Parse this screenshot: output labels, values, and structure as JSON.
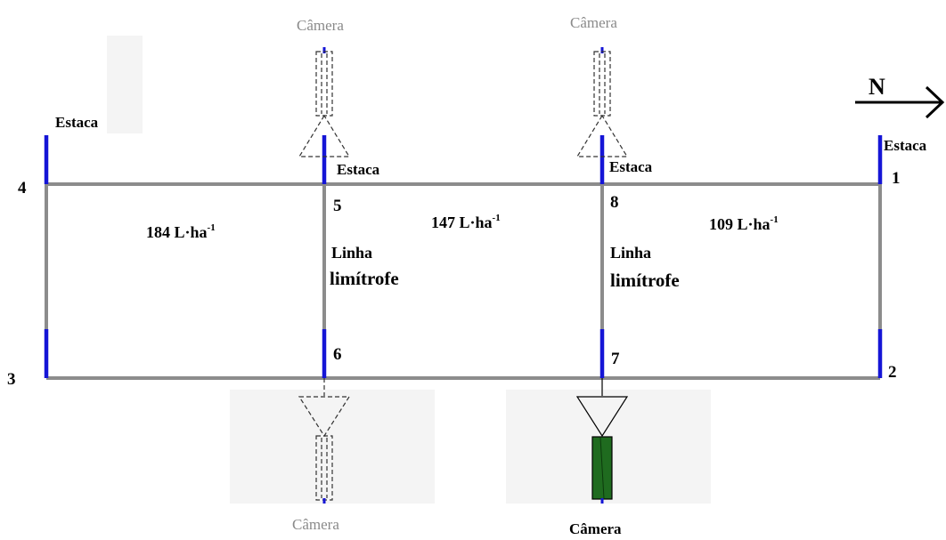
{
  "north_label": "N",
  "corners": {
    "p1": "1",
    "p2": "2",
    "p3": "3",
    "p4": "4",
    "p5": "5",
    "p6": "6",
    "p7": "7",
    "p8": "8"
  },
  "stakes": {
    "left": "Estaca",
    "mid_left": "Estaca",
    "mid_right": "Estaca",
    "right": "Estaca"
  },
  "boundary": {
    "left": {
      "line1": "Linha",
      "line2": "limítrofe"
    },
    "right": {
      "line1": "Linha",
      "line2": "limítrofe"
    }
  },
  "rates": [
    {
      "value": "184",
      "unit": "L·ha",
      "exp": "-1"
    },
    {
      "value": "147",
      "unit": "L·ha",
      "exp": "-1"
    },
    {
      "value": "109",
      "unit": "L·ha",
      "exp": "-1"
    }
  ],
  "cameras": {
    "top_left": "Câmera",
    "top_right": "Câmera",
    "bottom_left": "Câmera",
    "bottom_right": "Câmera"
  },
  "colors": {
    "field_line": "#8c8c8c",
    "stake": "#1515d6",
    "active_camera": "#1f6b1f"
  }
}
